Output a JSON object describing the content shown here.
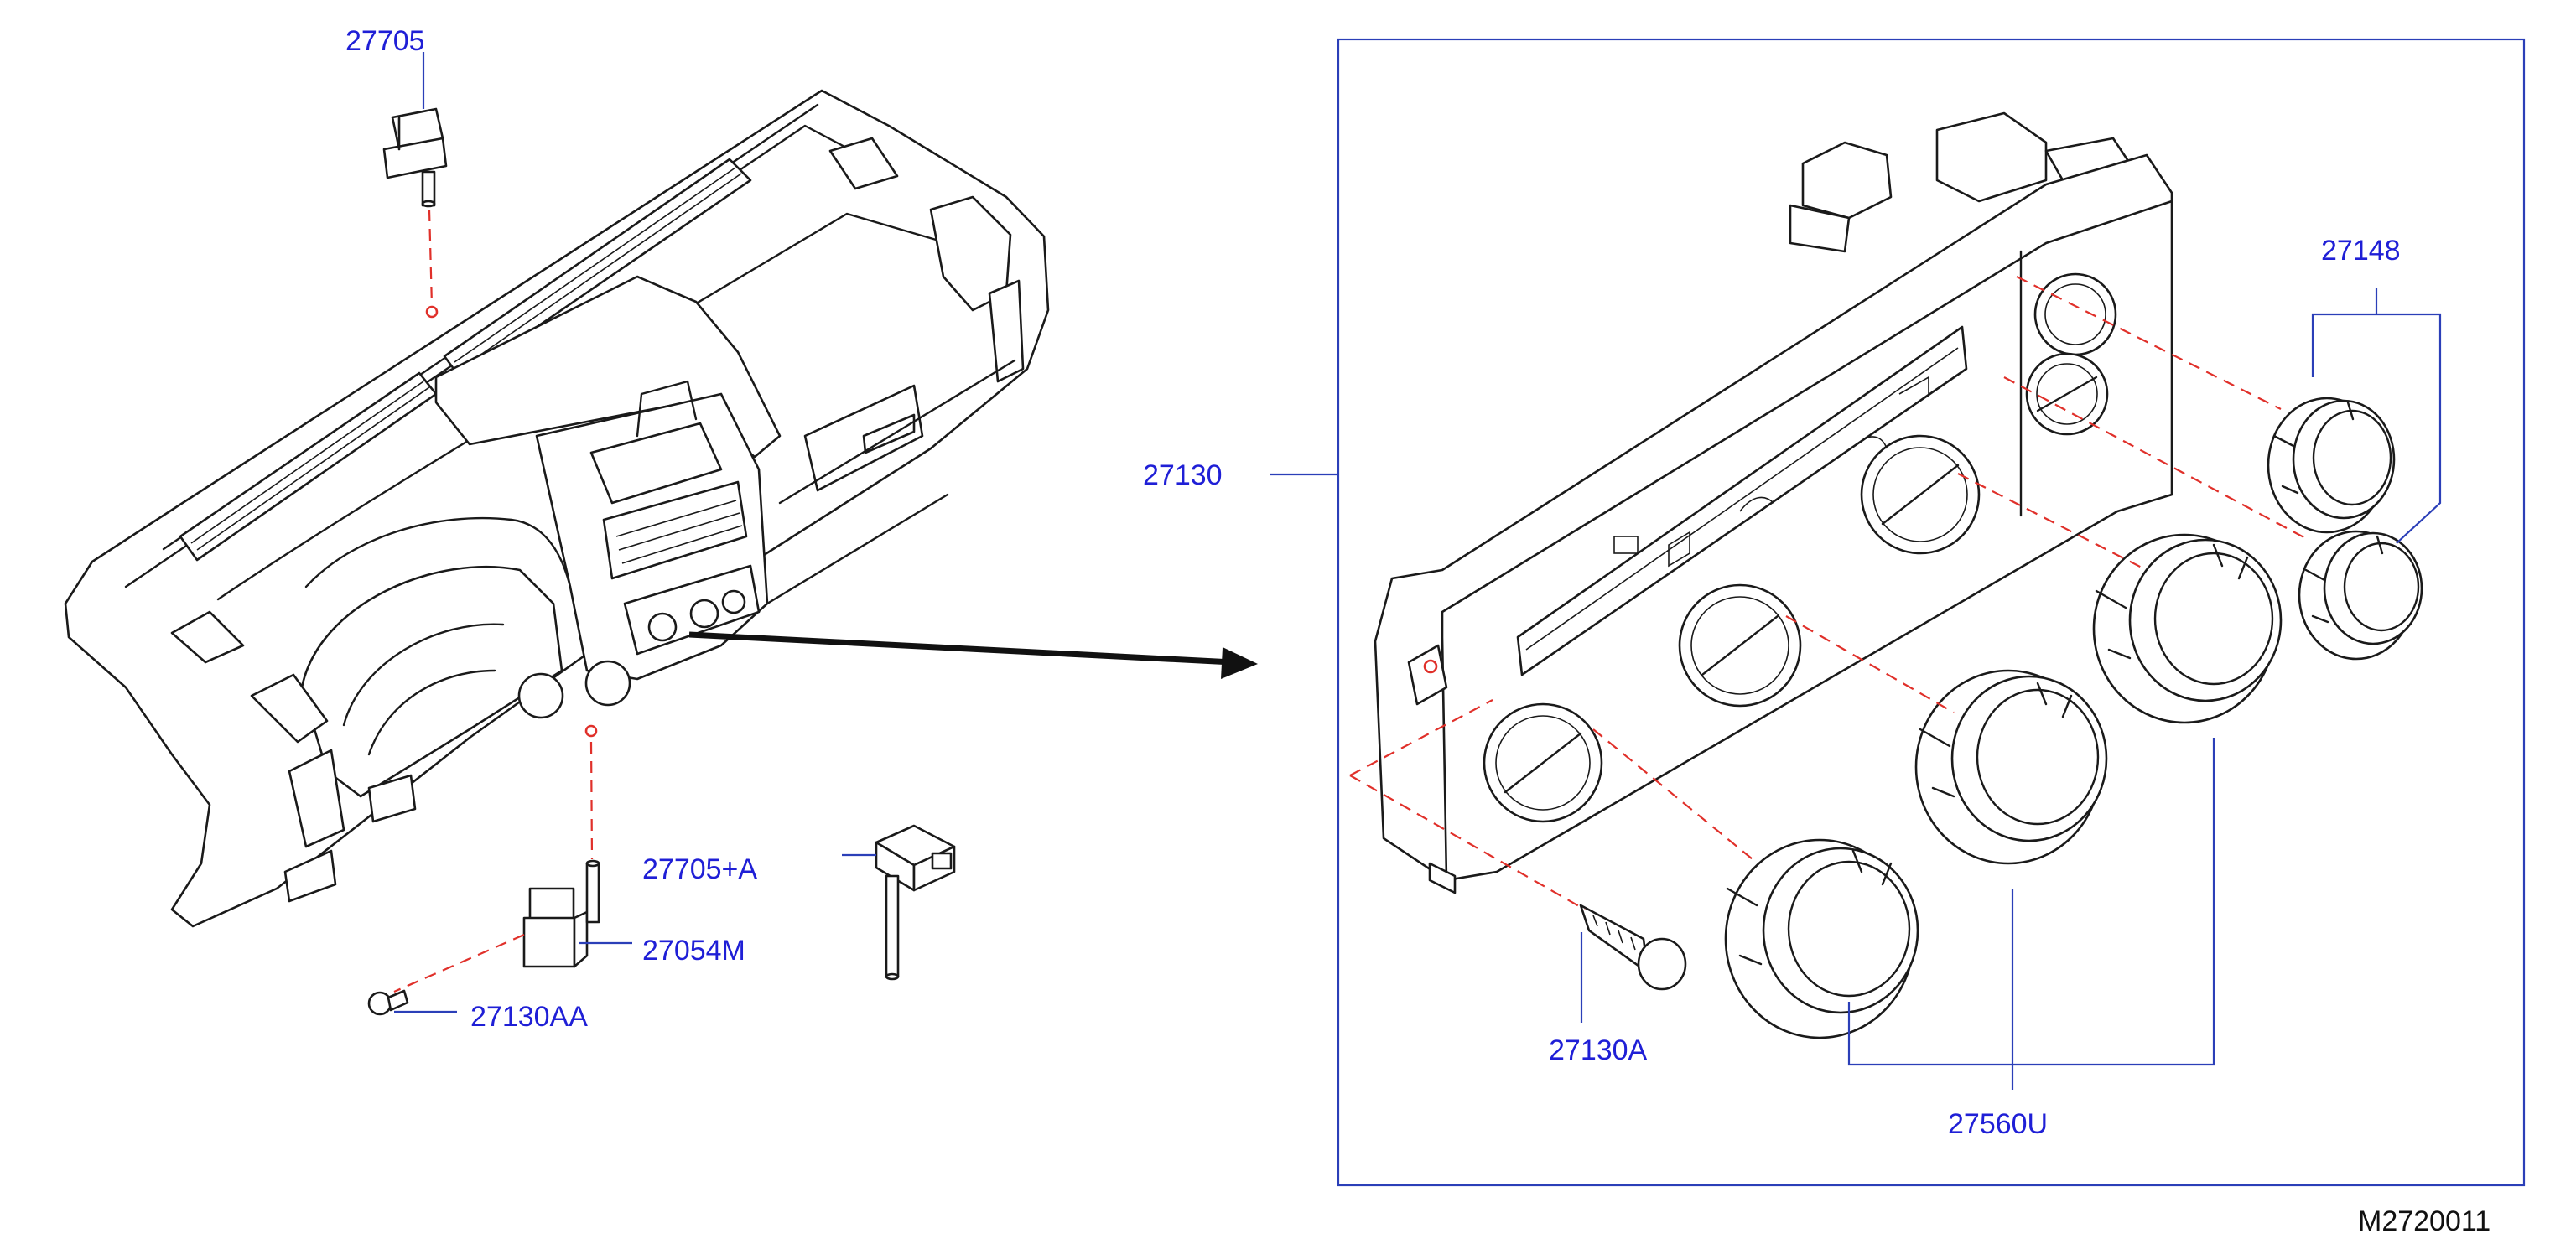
{
  "labels": {
    "p27705": "27705",
    "p27130": "27130",
    "p27148": "27148",
    "p27705A": "27705+A",
    "p27054M": "27054M",
    "p27130AA": "27130AA",
    "p27130A": "27130A",
    "p27560U": "27560U"
  },
  "diagram_code": "M2720011",
  "colors": {
    "label": "#1f1fd6",
    "leader": "#2b3fb8",
    "phantom": "#e0302a",
    "ink": "#1a1a1a"
  }
}
